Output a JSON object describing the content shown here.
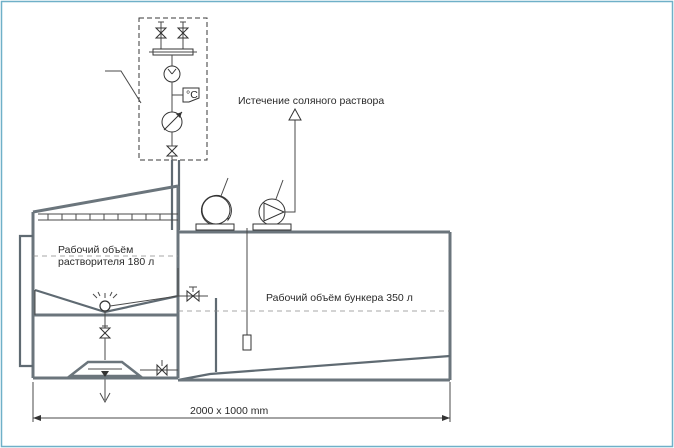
{
  "labels": {
    "outflow": "Истечение соляного раствора",
    "solvent_volume_line1": "Рабочий объём",
    "solvent_volume_line2": "растворителя 180 л",
    "bunker_volume": "Рабочий объём бункера 350 л",
    "dimensions": "2000 x 1000 mm",
    "thermometer_unit": "°С"
  },
  "colors": {
    "frame_border": "#6fb0c8",
    "tank_outline": "#6b757c",
    "text": "#2a2a2a"
  }
}
